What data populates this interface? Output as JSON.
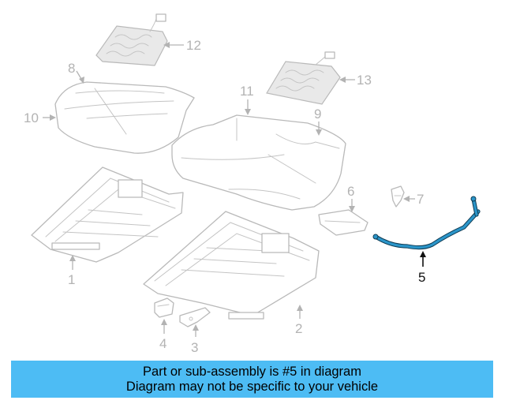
{
  "callouts": {
    "c1": "1",
    "c2": "2",
    "c3": "3",
    "c4": "4",
    "c5": "5",
    "c6": "6",
    "c7": "7",
    "c8": "8",
    "c9": "9",
    "c10": "10",
    "c11": "11",
    "c12": "12",
    "c13": "13"
  },
  "highlighted_part": "5",
  "colors": {
    "highlight": "#2b95c9",
    "banner": "#4dbcf4",
    "faded": "#b9b9b9"
  },
  "banner": {
    "line1": "Part or sub-assembly is #5 in diagram",
    "line2": "Diagram may not be specific to your vehicle"
  }
}
